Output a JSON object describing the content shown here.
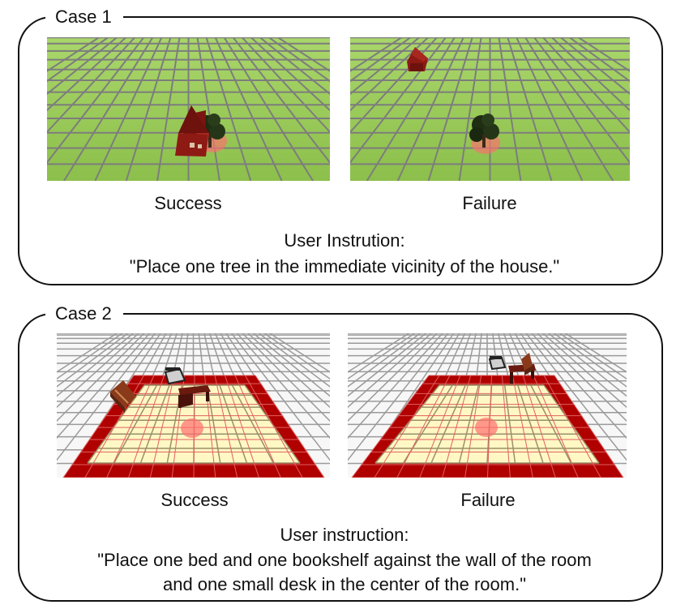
{
  "case1": {
    "label": "Case 1",
    "success_label": "Success",
    "failure_label": "Failure",
    "instruction_heading": "User Instrution:",
    "instruction_text": "\"Place one tree in the immediate vicinity of the house.\""
  },
  "case2": {
    "label": "Case 2",
    "success_label": "Success",
    "failure_label": "Failure",
    "instruction_heading": "User instruction:",
    "instruction_line1": "\"Place one bed and one bookshelf against the wall of the room",
    "instruction_line2": "and one small desk in the center of the room.\""
  },
  "colors": {
    "grass": "#9ccc5a",
    "grid_line": "#7d7d7d",
    "house": "#8e1a14",
    "tree": "#1f2d12",
    "target_marker": "#ff6f6f",
    "room_border": "#b00000",
    "room_floor": "#fff8c4",
    "floor_grid": "#f4f4f4"
  }
}
